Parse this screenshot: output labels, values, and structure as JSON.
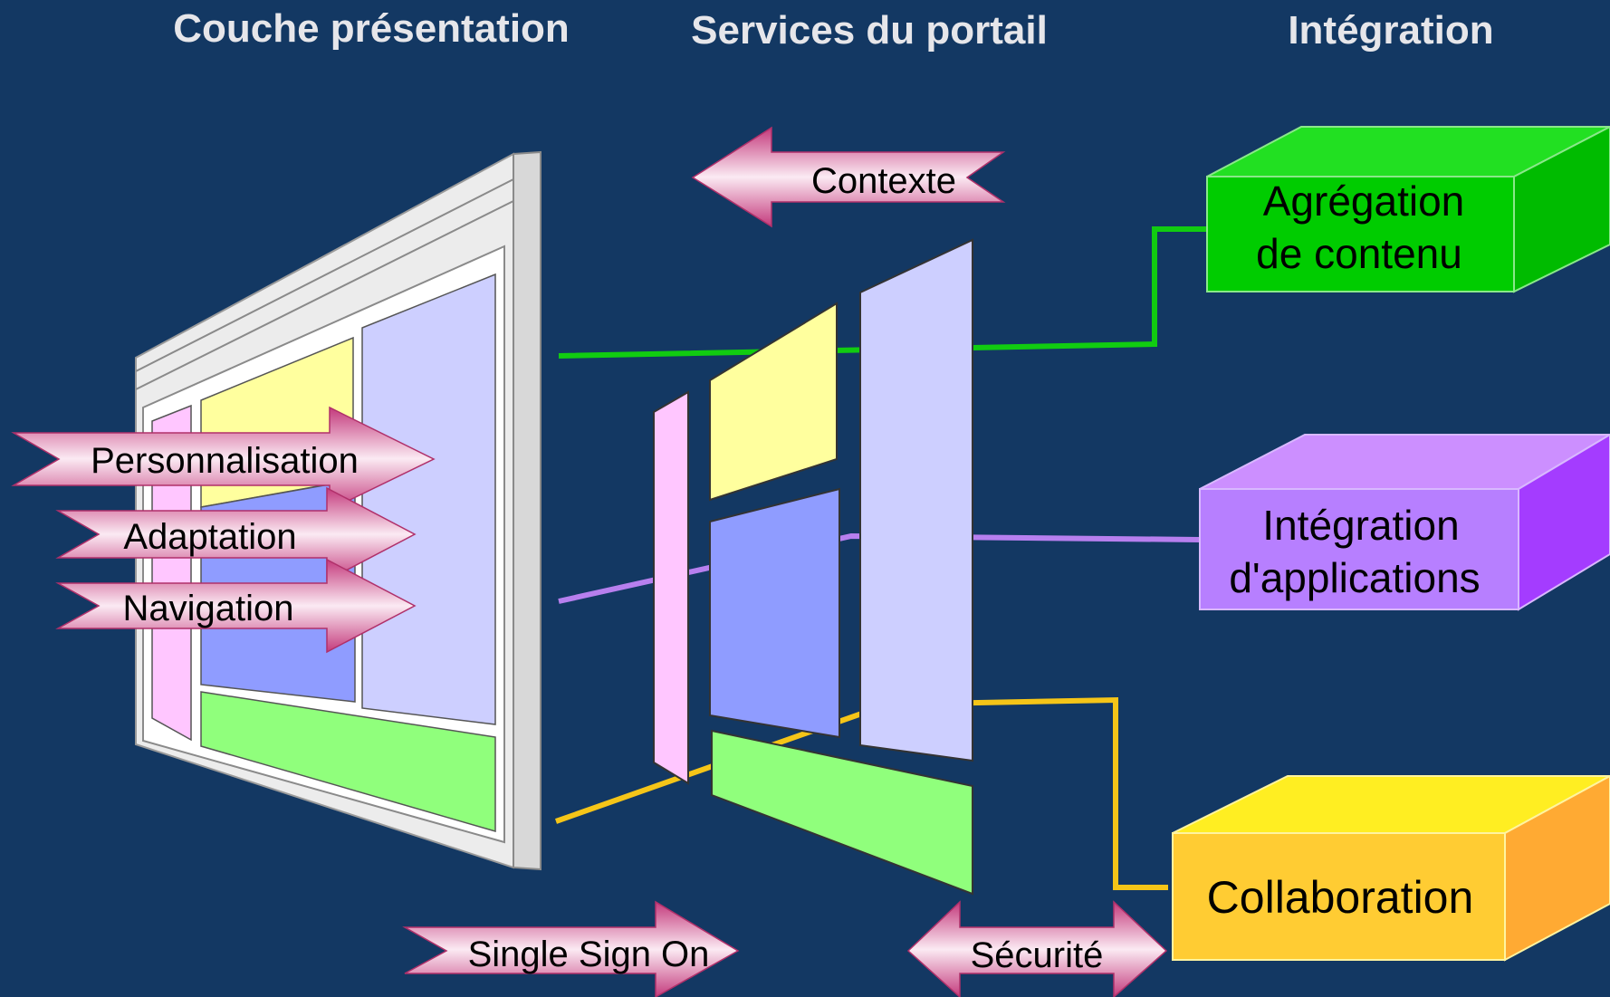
{
  "headers": {
    "presentation": "Couche présentation",
    "services": "Services du portail",
    "integration": "Intégration"
  },
  "arrows": {
    "contexte": "Contexte",
    "personnalisation": "Personnalisation",
    "adaptation": "Adaptation",
    "navigation": "Navigation",
    "sso": "Single Sign On",
    "securite": "Sécurité"
  },
  "boxes": {
    "aggregation": {
      "line1": "Agrégation",
      "line2": "de contenu",
      "color": "#00cc00"
    },
    "applications": {
      "line1": "Intégration",
      "line2": "d'applications",
      "color": "#b77fff"
    },
    "collaboration": {
      "line1": "Collaboration",
      "color": "#ffcc33"
    }
  },
  "colors": {
    "background": "#133863",
    "green_link": "#11cc11",
    "purple_link": "#b77fee",
    "yellow_link": "#f5c518",
    "arrow_gradient_start": "#ffffff",
    "arrow_gradient_end": "#c0397a"
  }
}
